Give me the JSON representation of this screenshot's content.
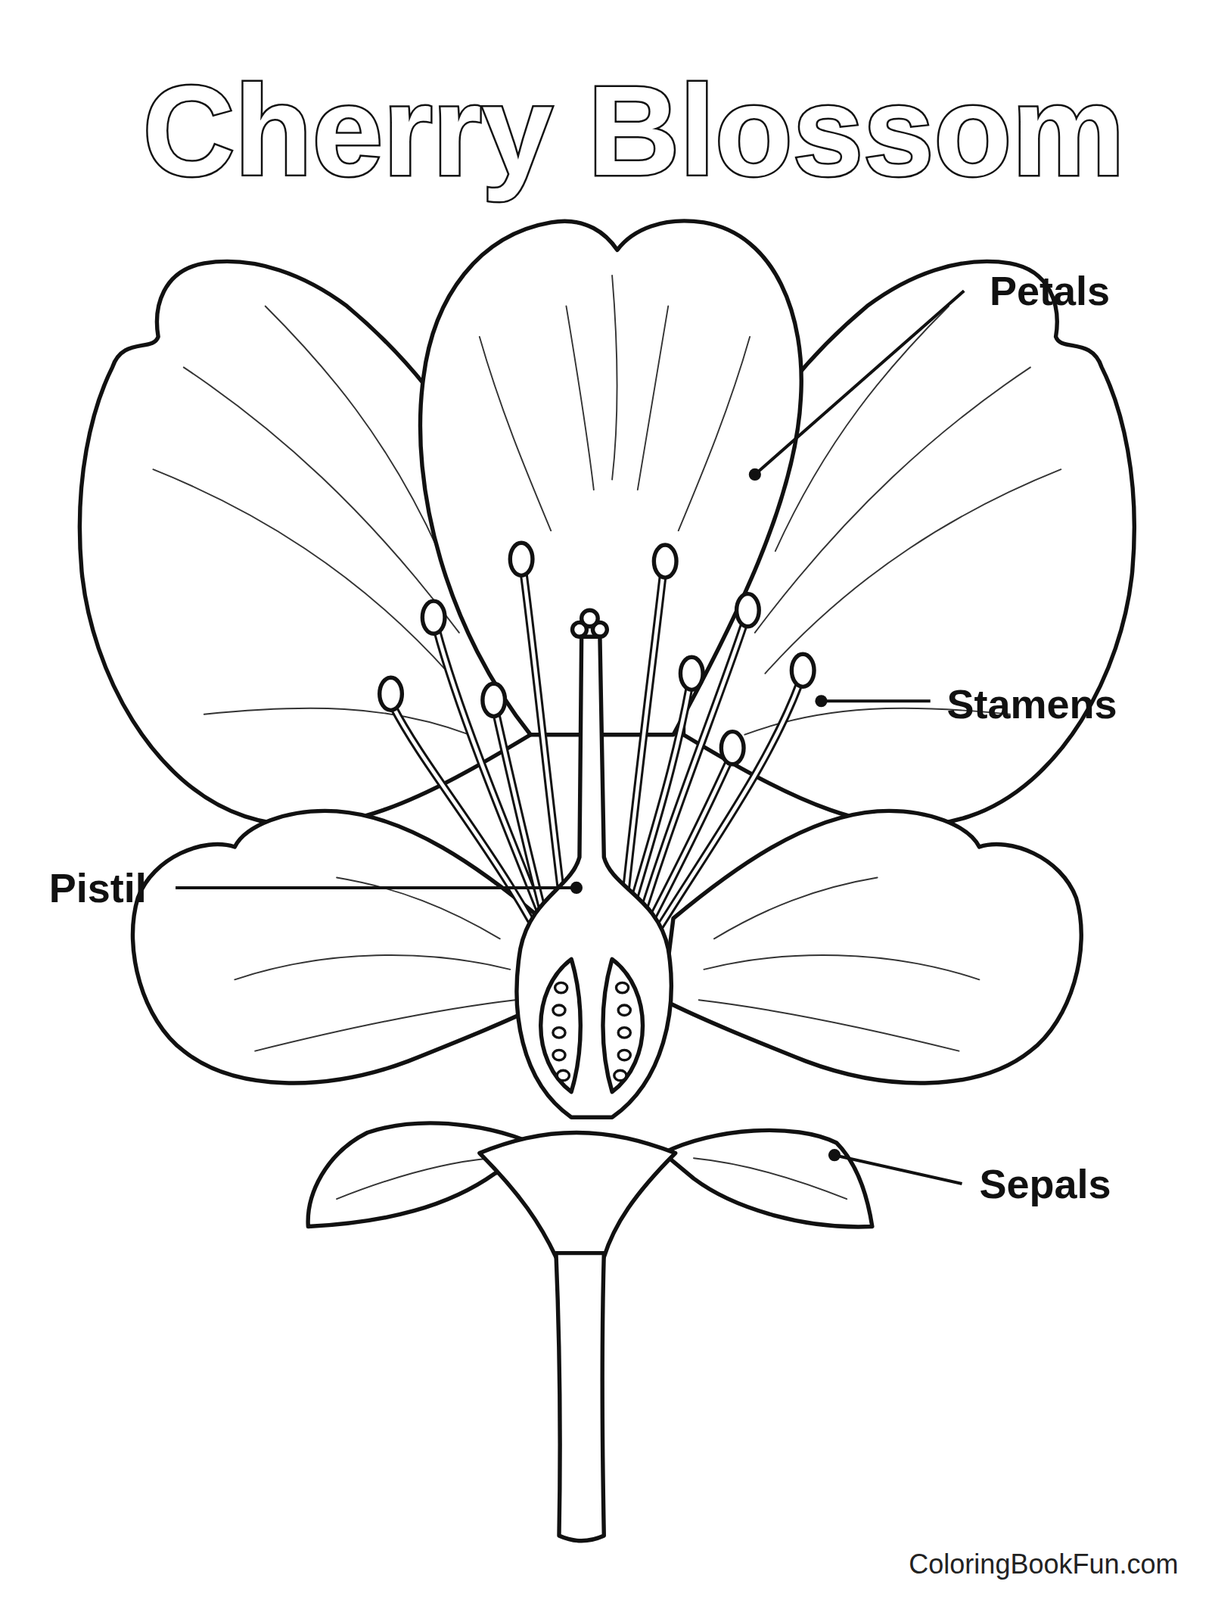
{
  "diagram": {
    "title": "Cherry Blossom",
    "labels": [
      "Petals",
      "Stamens",
      "Pistil",
      "Sepals",
      "ColoringBookFun.com"
    ]
  }
}
